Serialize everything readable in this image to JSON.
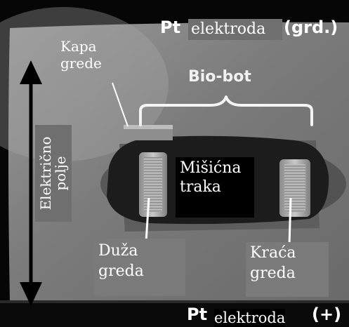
{
  "labels": {
    "top_electrode": {
      "prefix": "Pt",
      "word": "elektroda",
      "suffix": "(grd.)"
    },
    "beam_cap": [
      "Kapa",
      "grede"
    ],
    "bio_bot": "Bio-bot",
    "electric_field": [
      "Električno",
      "polje"
    ],
    "muscle_strip": [
      "Mišićna",
      "traka"
    ],
    "long_beam": [
      "Duža",
      "greda"
    ],
    "short_beam": [
      "Kraća",
      "greda"
    ],
    "bottom_electrode": {
      "prefix": "Pt",
      "word": "elektroda",
      "suffix": "(+)"
    }
  }
}
